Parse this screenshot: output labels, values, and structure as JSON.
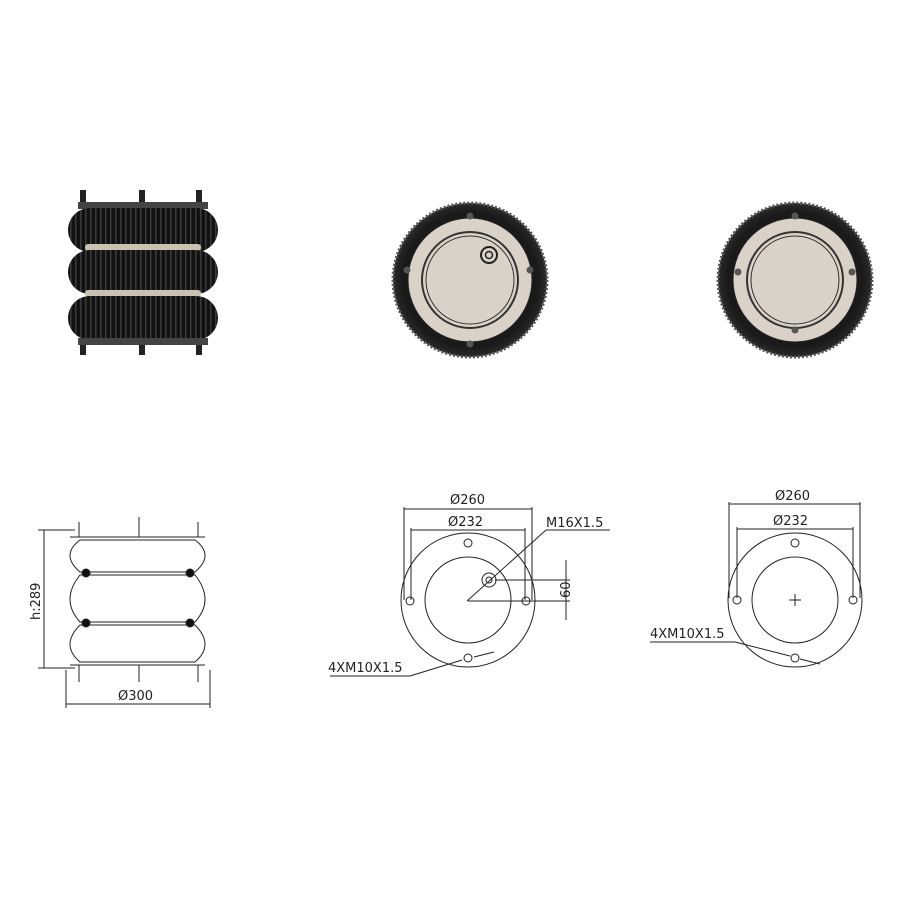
{
  "colors": {
    "rubber": "#141414",
    "plate": "#d8d2c8",
    "band": "#c9c2b3",
    "line": "#222222"
  },
  "side_drawing": {
    "height_label": "h:289",
    "diameter_label": "Ø300"
  },
  "top_drawing_1": {
    "outer_dia_label": "Ø260",
    "bolt_circle_label": "Ø232",
    "port_label": "M16X1.5",
    "offset_label": "60",
    "bolts_label": "4XM10X1.5"
  },
  "top_drawing_2": {
    "outer_dia_label": "Ø260",
    "bolt_circle_label": "Ø232",
    "bolts_label": "4XM10X1.5"
  }
}
